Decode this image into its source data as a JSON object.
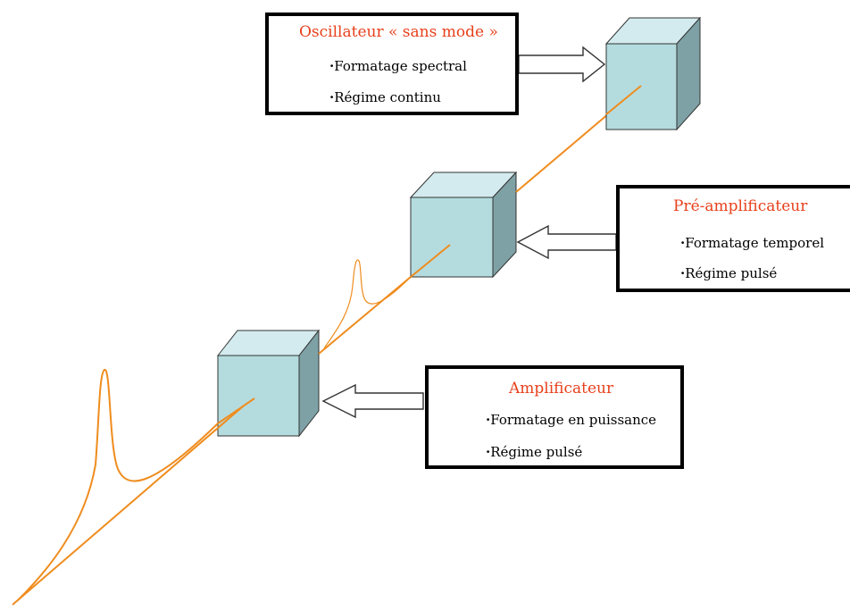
{
  "colors": {
    "beam": "#ef8c1e",
    "cube_front": "#b4dcdf",
    "cube_top": "#d3ebee",
    "cube_side": "#7ea1a5",
    "cube_edge": "#333333",
    "title_text": "#e8401c",
    "box_border": "#000000"
  },
  "stages": [
    {
      "id": "oscillator",
      "title": "Oscillateur « sans mode »",
      "bullet": "·",
      "items": [
        "Formatage spectral",
        "Régime continu"
      ]
    },
    {
      "id": "preamp",
      "title": "Pré-amplificateur",
      "bullet": "·",
      "items": [
        "Formatage temporel",
        "Régime pulsé"
      ]
    },
    {
      "id": "amplifier",
      "title": "Amplificateur",
      "bullet": "·",
      "items": [
        "Formatage en puissance",
        "Régime pulsé"
      ]
    }
  ]
}
